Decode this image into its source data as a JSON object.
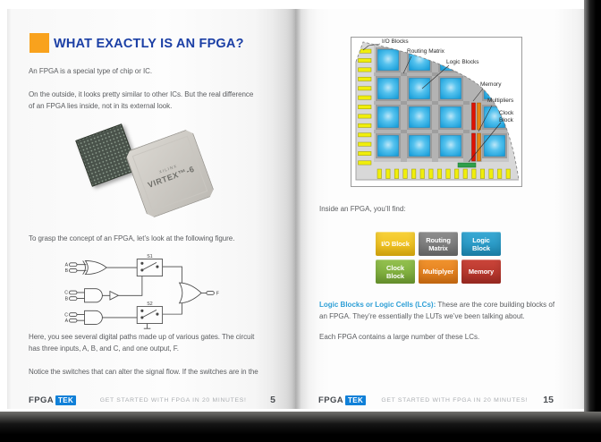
{
  "book": {
    "brand": "FPGA",
    "brand_badge": "TEK",
    "footer_tagline": "GET STARTED WITH FPGA IN 20 MINUTES!"
  },
  "colors": {
    "title_blue": "#1b3fa5",
    "accent_orange": "#f9a21d",
    "accent_blue": "#2d9fd6",
    "badge_blue": "#1080d8"
  },
  "left_page": {
    "page_number": "5",
    "title": "WHAT EXACTLY IS AN FPGA?",
    "p1": "An FPGA is a special type of chip or IC.",
    "p2": "On the outside, it looks pretty similar to other ICs. But the real difference\nof an FPGA lies inside, not in its external look.",
    "chip": {
      "brand": "XILINX",
      "model": "VIRTEX™-6"
    },
    "p3": "To grasp the concept of an FPGA, let’s look at the following figure.",
    "circuit": {
      "inputs_xor": [
        "A",
        "B"
      ],
      "inputs_and1": [
        "C",
        "B"
      ],
      "inputs_and2": [
        "C",
        "A"
      ],
      "switch1": "S1",
      "switch2": "S2",
      "output": "F"
    },
    "p4": "Here, you see several digital paths made up of various gates. The circuit\nhas three inputs, A, B, and C, and one output, F.",
    "p5": "Notice the switches that can alter the signal flow. If the switches are in the"
  },
  "right_page": {
    "page_number": "15",
    "diagram": {
      "labels": [
        "I/O Blocks",
        "Routing Matrix",
        "Logic Blocks",
        "Memory",
        "Multipliers",
        "Clock\nBlock"
      ]
    },
    "intro": "Inside an FPGA, you’ll find:",
    "legend": {
      "items": [
        {
          "label": "I/O Block",
          "color": "#f2c21a"
        },
        {
          "label": "Routing\nMatrix",
          "color": "#7f7f7f"
        },
        {
          "label": "Logic\nBlock",
          "color": "#2d9fc9"
        },
        {
          "label": "Clock\nBlock",
          "color": "#84b442"
        },
        {
          "label": "Multiplyer",
          "color": "#e8841c"
        },
        {
          "label": "Memory",
          "color": "#bd3a30"
        }
      ]
    },
    "lead_label": "Logic Blocks or Logic Cells (LCs):",
    "lead_text": " These are the core building blocks of\nan FPGA. They’re essentially the LUTs we’ve been talking about.",
    "p_last": "Each FPGA contains a large number of these LCs."
  }
}
